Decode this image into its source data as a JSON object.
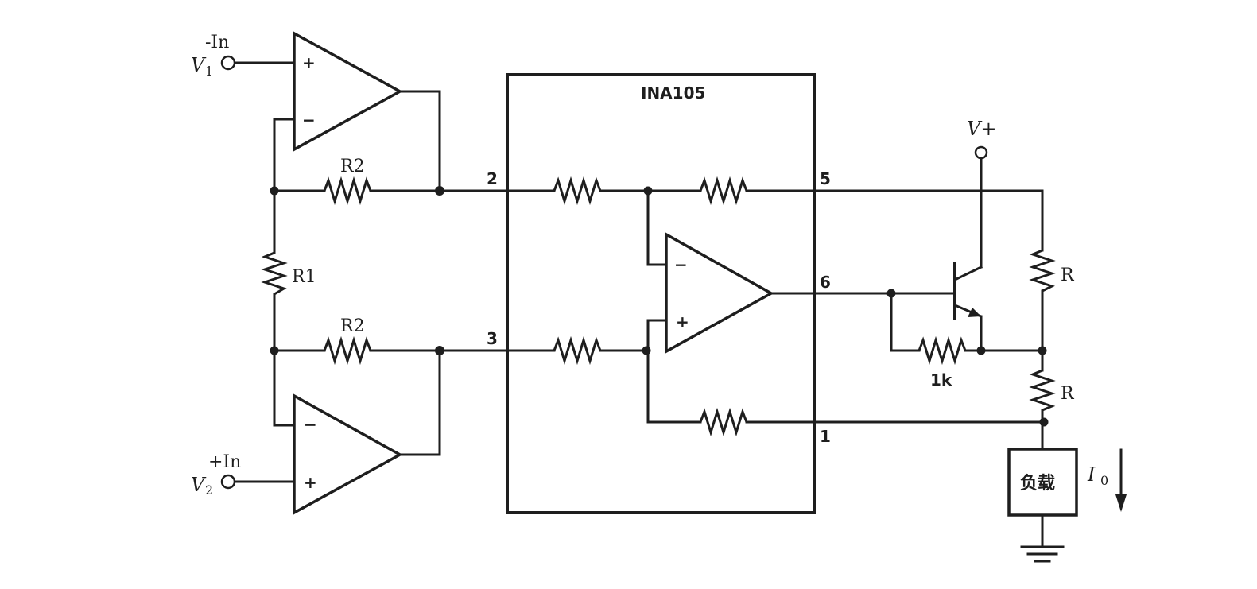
{
  "chip": {
    "name": "INA105"
  },
  "pins": {
    "p1": "1",
    "p2": "2",
    "p3": "3",
    "p5": "5",
    "p6": "6"
  },
  "resistors": {
    "r1": "R1",
    "r2_top": "R2",
    "r2_bottom": "R2",
    "r_upper": "R",
    "r_lower": "R",
    "r_1k": "1k"
  },
  "inputs": {
    "top": {
      "polarity": "-In",
      "name": "V",
      "sub": "1"
    },
    "bottom": {
      "polarity": "+In",
      "name": "V",
      "sub": "2"
    }
  },
  "supply": {
    "label": "V+"
  },
  "load": {
    "label": "负载"
  },
  "output_current": {
    "name": "I",
    "sub": "0"
  },
  "opamp_signs": {
    "plus": "+",
    "minus": "−"
  }
}
